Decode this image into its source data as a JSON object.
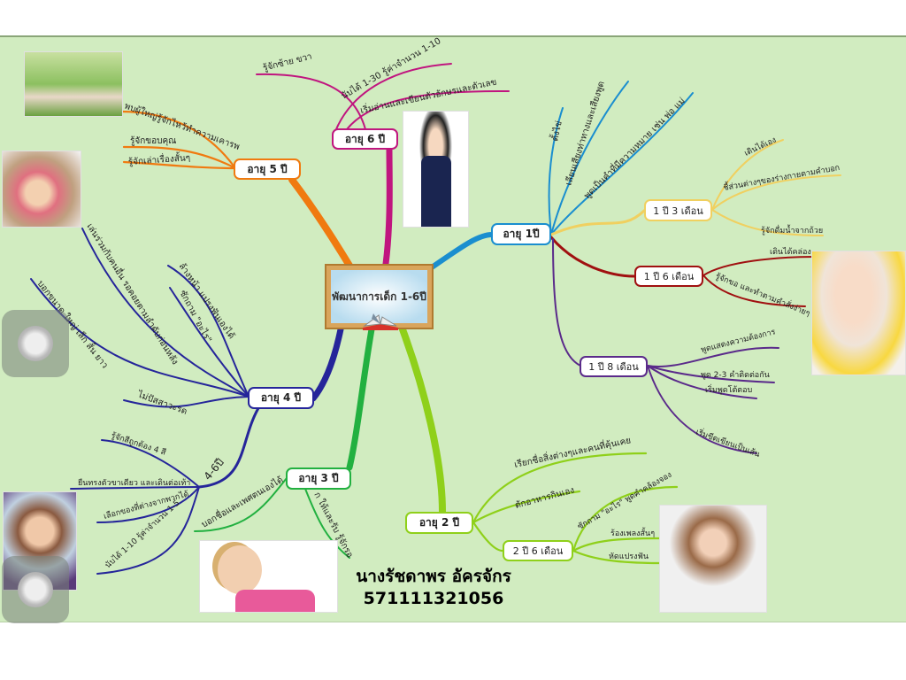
{
  "title": "พัฒนาการเด็ก 1-6ปี",
  "author": "นางรัชดาพร อัครจักร",
  "student_id": "571111321056",
  "colors": {
    "age6": "#c0157f",
    "age5": "#f07a10",
    "age1": "#1a8ecf",
    "age4": "#25259a",
    "age3": "#22b040",
    "age2": "#8fd01a",
    "m13": "#f0d060",
    "m16": "#a01010",
    "m18": "#5a2a8a"
  },
  "nodes": {
    "age6": "อายุ 6 ปี",
    "age5": "อายุ 5 ปี",
    "age1": "อายุ 1ปี",
    "age4": "อายุ 4 ปี",
    "age3": "อายุ 3 ปี",
    "age2": "อายุ 2 ปี",
    "m13": "1 ปี 3 เดือน",
    "m16": "1 ปี 6 เดือน",
    "m18": "1 ปี 8 เดือน",
    "m26": "2 ปี 6 เดือน",
    "y46": "4-6ปี"
  },
  "age6": [
    "รู้จักซ้าย ขวา",
    "นับได้ 1-30 รู้ค่าจำนวน 1-10",
    "เริ่มอ่านและเขียนตัวอักษรและตัวเลข"
  ],
  "age5": [
    "พบผู้ใหญ่รู้จักไหว้ทำความเคารพ",
    "รู้จักขอบคุณ",
    "รู้จักเล่าเรื่องสั้นๆ"
  ],
  "age1": [
    "ตั้งไข่",
    "เลียนเสียงท่าทางและเสียงพูด",
    "พูดเป็นคำที่มีความหมาย เช่น พ่อ แม่"
  ],
  "m13": [
    "เดินได้เอง",
    "ชี้ส่วนต่างๆของร่างกายตามคำบอก",
    "รู้จักดื่มน้ำจากถ้วย"
  ],
  "m16": [
    "เดินได้คล่อง",
    "รู้จักขอ และทำตามคำสั่งง่ายๆ"
  ],
  "m18": [
    "พูดแสดงความต้องการ",
    "พูด 2-3 คำติดต่อกัน",
    "เริ่มพูดโต้ตอบ",
    "เริ่มขีดเขียนเป็นเส้น"
  ],
  "age4": [
    "เล่นร่วมกับคนอื่น รอคอยตามลำดับก่อนหลัง",
    "บอกขนาด ใหญ่ เล็ก สั้น ยาว",
    "ล้างหน้า แปรงฟันเองได้",
    "ซักถาม \"อะไร\"",
    "ไม่ปัสสาวะรด"
  ],
  "y46": [
    "รู้จักสีถูกต้อง 4 สี",
    "ยืนทรงตัวขาเดียว และเดินต่อเท้า",
    "เลือกของที่ต่างจากพวกได้",
    "นับได้ 1-10 รู้ค่าจำนวน 1-5"
  ],
  "age3": [
    "บอกชื่อและเพศตนเองได้",
    "ก ให้และรับ รู้จักรอ"
  ],
  "age2": [
    "เรียกชื่อสิ่งต่างๆและคนที่คุ้นเคย",
    "ตักอาหารกินเอง"
  ],
  "m26": [
    "ซักถาม \"อะไร\" พูดคำคล้องจอง",
    "ร้องเพลงสั้นๆ",
    "หัดแปรงฟัน"
  ]
}
